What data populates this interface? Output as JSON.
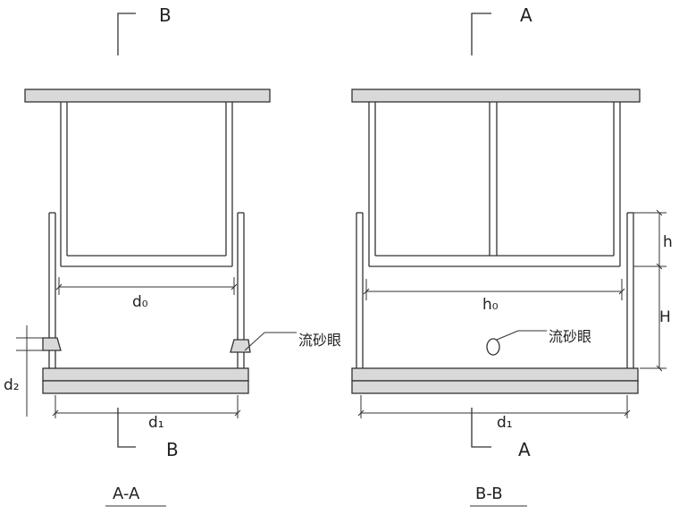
{
  "left_view": {
    "caption": "A-A",
    "section_mark_top": "B",
    "section_mark_bottom": "B",
    "dim_inner_width": "d₀",
    "dim_outer_width": "d₁",
    "dim_hole_height": "d₂",
    "hole_label": "流砂眼"
  },
  "right_view": {
    "caption": "B-B",
    "section_mark_top": "A",
    "section_mark_bottom": "A",
    "dim_inner_width": "h₀",
    "dim_outer_width": "d₁",
    "dim_height_upper": "h",
    "dim_height_lower": "H",
    "hole_label": "流砂眼"
  },
  "colors": {
    "line": "#333333",
    "plate_fill": "#d9d9d9",
    "background": "#ffffff"
  }
}
